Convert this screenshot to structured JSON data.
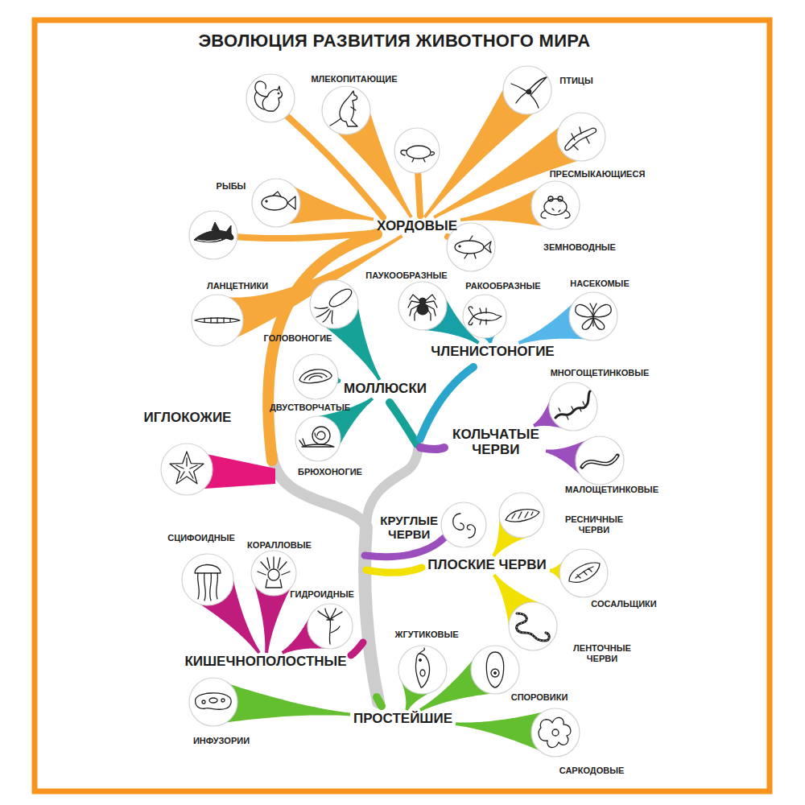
{
  "diagram": {
    "title": "ЭВОЛЮЦИЯ РАЗВИТИЯ ЖИВОТНОГО МИРА",
    "nodes": [
      {
        "text": [
          "МЛЕКОПИТАЮЩИЕ"
        ]
      },
      {
        "text": [
          "ПТИЦЫ"
        ]
      },
      {
        "text": [
          "ПРЕСМЫКАЮЩИЕСЯ"
        ]
      },
      {
        "text": [
          "РЫБЫ"
        ]
      },
      {
        "text": [
          "ХОРДОВЫЕ"
        ]
      },
      {
        "text": [
          "ЗЕМНОВОДНЫЕ"
        ]
      },
      {
        "text": [
          "ПАУКООБРАЗНЫЕ"
        ]
      },
      {
        "text": [
          "РАКООБРАЗНЫЕ"
        ]
      },
      {
        "text": [
          "НАСЕКОМЫЕ"
        ]
      },
      {
        "text": [
          "ЛАНЦЕТНИКИ"
        ]
      },
      {
        "text": [
          "ГОЛОВОНОГИЕ"
        ]
      },
      {
        "text": [
          "ЧЛЕНИСТОНОГИЕ"
        ]
      },
      {
        "text": [
          "МНОГОЩЕТИНКОВЫЕ"
        ]
      },
      {
        "text": [
          "МОЛЛЮСКИ"
        ]
      },
      {
        "text": [
          "ДВУСТВОРЧАТЫЕ"
        ]
      },
      {
        "text": [
          "ИГЛОКОЖИЕ"
        ]
      },
      {
        "text": [
          "КОЛЬЧАТЫЕ ЧЕРВИ"
        ]
      },
      {
        "text": [
          "БРЮХОНОГИЕ"
        ]
      },
      {
        "text": [
          "МАЛОЩЕТИНКОВЫЕ"
        ]
      },
      {
        "text": [
          "КРУГЛЫЕ ЧЕРВИ"
        ]
      },
      {
        "text": [
          "РЕСНИЧНЫЕ ЧЕРВИ"
        ]
      },
      {
        "text": [
          "СЦИФОИДНЫЕ"
        ]
      },
      {
        "text": [
          "КОРАЛЛОВЫЕ"
        ]
      },
      {
        "text": [
          "ПЛОСКИЕ ЧЕРВИ"
        ]
      },
      {
        "text": [
          "ГИДРОИДНЫЕ"
        ]
      },
      {
        "text": [
          "СОСАЛЬЩИКИ"
        ]
      },
      {
        "text": [
          "ЖГУТИКОВЫЕ"
        ]
      },
      {
        "text": [
          "ЛЕНТОЧНЫЕ ЧЕРВИ"
        ]
      },
      {
        "text": [
          "КИШЕЧНОПОЛОСТНЫЕ"
        ]
      },
      {
        "text": [
          "СПОРОВИКИ"
        ]
      },
      {
        "text": [
          "ПРОСТЕЙШИЕ"
        ]
      },
      {
        "text": [
          "ИНФУЗОРИИ"
        ]
      },
      {
        "text": [
          "САРКОДОВЫЕ"
        ]
      }
    ],
    "edges": [
      {
        "from": 4,
        "to": 0,
        "arrow": "none"
      },
      {
        "from": 4,
        "to": 1,
        "arrow": "none"
      },
      {
        "from": 4,
        "to": 2,
        "arrow": "none"
      },
      {
        "from": 4,
        "to": 3,
        "arrow": "none"
      },
      {
        "from": 4,
        "to": 5,
        "arrow": "none"
      },
      {
        "from": 4,
        "to": 9,
        "arrow": "none"
      },
      {
        "from": 11,
        "to": 6,
        "arrow": "none"
      },
      {
        "from": 11,
        "to": 7,
        "arrow": "none"
      },
      {
        "from": 11,
        "to": 8,
        "arrow": "none"
      },
      {
        "from": 13,
        "to": 10,
        "arrow": "none"
      },
      {
        "from": 13,
        "to": 14,
        "arrow": "none"
      },
      {
        "from": 13,
        "to": 17,
        "arrow": "none"
      },
      {
        "from": 16,
        "to": 12,
        "arrow": "none"
      },
      {
        "from": 16,
        "to": 18,
        "arrow": "none"
      },
      {
        "from": 23,
        "to": 20,
        "arrow": "none"
      },
      {
        "from": 23,
        "to": 25,
        "arrow": "none"
      },
      {
        "from": 23,
        "to": 27,
        "arrow": "none"
      },
      {
        "from": 28,
        "to": 21,
        "arrow": "none"
      },
      {
        "from": 28,
        "to": 22,
        "arrow": "none"
      },
      {
        "from": 28,
        "to": 24,
        "arrow": "none"
      },
      {
        "from": 30,
        "to": 31,
        "arrow": "none"
      },
      {
        "from": 30,
        "to": 26,
        "arrow": "none"
      },
      {
        "from": 30,
        "to": 29,
        "arrow": "none"
      },
      {
        "from": 30,
        "to": 32,
        "arrow": "none"
      }
    ]
  }
}
